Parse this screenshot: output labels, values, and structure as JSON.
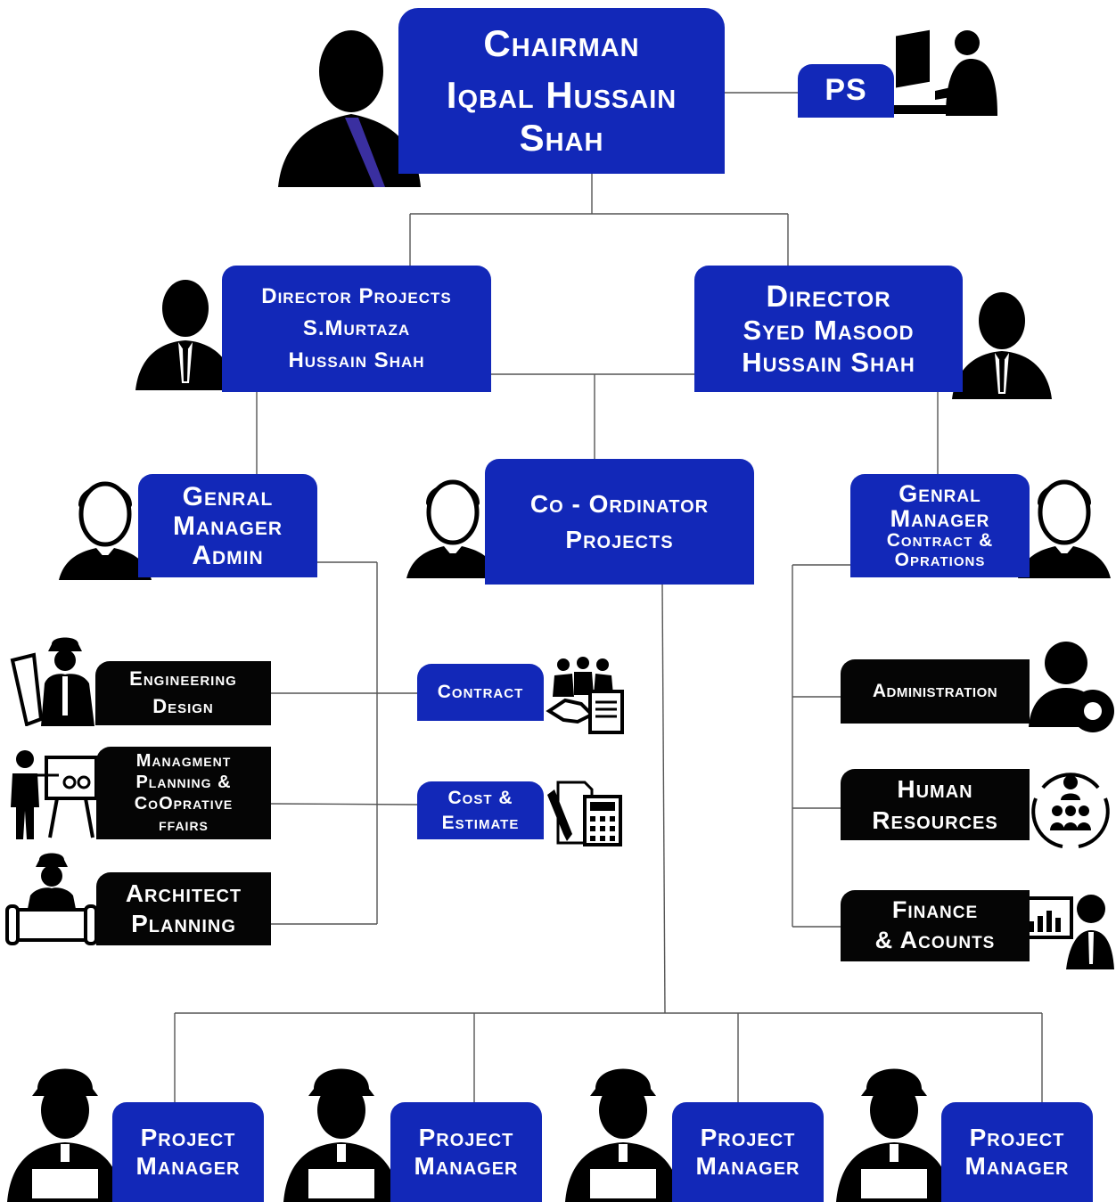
{
  "chairman": {
    "title": "Chairman",
    "name_line1": "Iqbal Hussain",
    "name_line2": "Shah"
  },
  "ps": {
    "label": "PS"
  },
  "director_projects": {
    "line1": "Director Projects",
    "line2": "S.Murtaza",
    "line3": "Hussain Shah"
  },
  "director": {
    "line1": "Director",
    "line2": "Syed Masood",
    "line3": "Hussain Shah"
  },
  "gm_admin": {
    "line1": "Genral",
    "line2": "Manager",
    "line3": "Admin"
  },
  "coordinator": {
    "line1": "Co - Ordinator",
    "line2": "Projects"
  },
  "gm_contract": {
    "line1": "Genral",
    "line2": "Manager",
    "line3": "Contract &",
    "line4": "Oprations"
  },
  "engineering_design": {
    "line1": "Engineering",
    "line2": "Design"
  },
  "management_planning": {
    "line1": "Managment",
    "line2": "Planning &",
    "line3": "CoOprative",
    "line4": "ffairs"
  },
  "architect_planning": {
    "line1": "Architect",
    "line2": "Planning"
  },
  "contract": {
    "label": "Contract"
  },
  "cost_estimate": {
    "line1": "Cost &",
    "line2": "Estimate"
  },
  "administration": {
    "label": "Administration"
  },
  "human_resources": {
    "line1": "Human",
    "line2": "Resources"
  },
  "finance_accounts": {
    "line1": "Finance",
    "line2": "& Acounts"
  },
  "project_managers": [
    {
      "line1": "Project",
      "line2": "Manager"
    },
    {
      "line1": "Project",
      "line2": "Manager"
    },
    {
      "line1": "Project",
      "line2": "Manager"
    },
    {
      "line1": "Project",
      "line2": "Manager"
    }
  ],
  "colors": {
    "box_blue": "#1228b8",
    "box_black": "#050505",
    "connector": "#555555",
    "text": "#ffffff"
  }
}
